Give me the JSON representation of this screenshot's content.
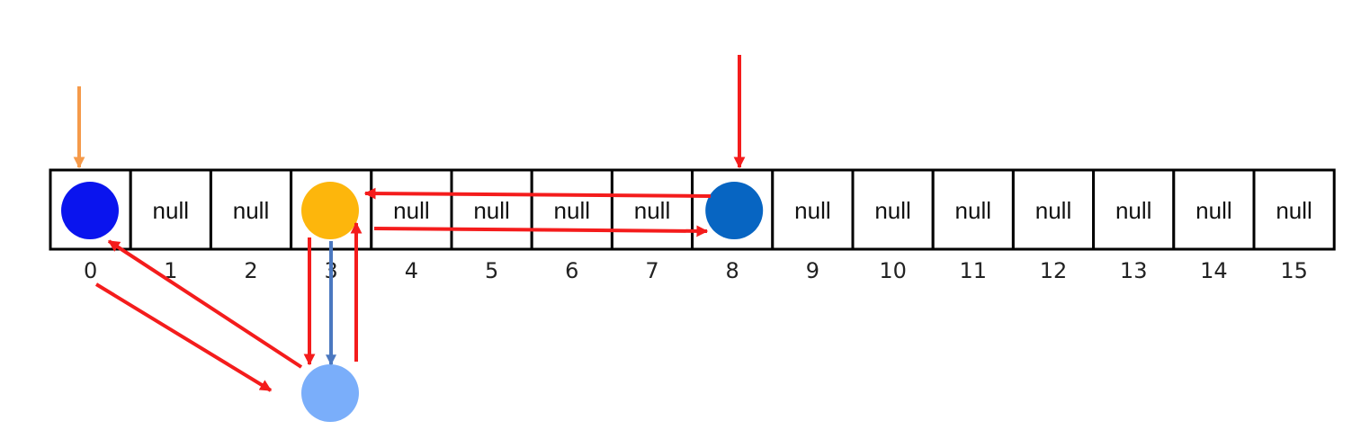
{
  "array": {
    "cells": [
      "",
      "null",
      "null",
      "",
      "null",
      "null",
      "null",
      "null",
      "",
      "null",
      "null",
      "null",
      "null",
      "null",
      "null",
      "null"
    ],
    "indices": [
      "0",
      "1",
      "2",
      "3",
      "4",
      "5",
      "6",
      "7",
      "8",
      "9",
      "10",
      "11",
      "12",
      "13",
      "14",
      "15"
    ]
  },
  "nodes": [
    {
      "name": "node-slot-0",
      "cell": 0,
      "color": "#0a14ee"
    },
    {
      "name": "node-slot-3",
      "cell": 3,
      "color": "#fdb60c"
    },
    {
      "name": "node-slot-8",
      "cell": 8,
      "color": "#0765c2"
    },
    {
      "name": "node-chained-below-3",
      "cell": 3,
      "below": true,
      "color": "#7aaefa"
    }
  ],
  "colors": {
    "arrow_red": "#f41c1c",
    "arrow_orange": "#f59a4a",
    "arrow_blue": "#4b78c0",
    "border": "#000000"
  }
}
